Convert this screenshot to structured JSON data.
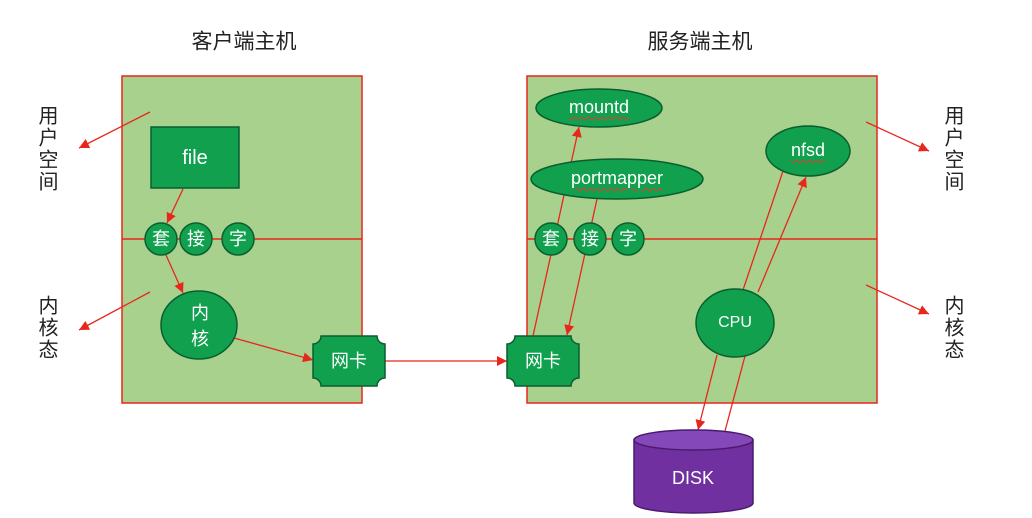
{
  "client_host": {
    "title": "客户端主机",
    "file_label": "file",
    "socket_labels": [
      "套",
      "接",
      "字"
    ],
    "kernel_label": "内核",
    "nic_label": "网卡"
  },
  "server_host": {
    "title": "服务端主机",
    "mountd_label": "mountd",
    "portmapper_label": "portmapper",
    "nfsd_label": "nfsd",
    "socket_labels": [
      "套",
      "接",
      "字"
    ],
    "cpu_label": "CPU",
    "nic_label": "网卡",
    "disk_label": "DISK"
  },
  "space_labels": {
    "left_user_space": "用户空间",
    "left_kernel_mode": "内核态",
    "right_user_space": "用户空间",
    "right_kernel_mode": "内核态"
  },
  "colors": {
    "host_fill": "#a9d18e",
    "border_and_arrows": "#e8261c",
    "node_fill": "#10a04e",
    "node_stroke": "#0b5e2e",
    "disk_fill": "#7030a0",
    "disk_top": "#8548b8"
  }
}
